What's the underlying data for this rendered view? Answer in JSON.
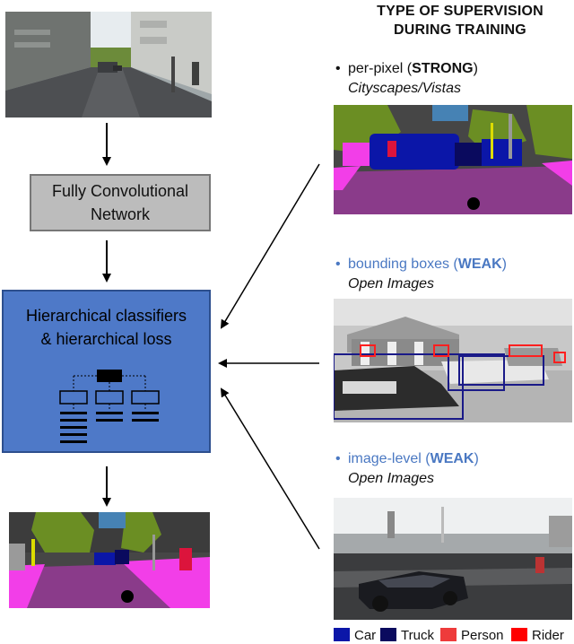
{
  "header": {
    "line1": "TYPE OF SUPERVISION",
    "line2": "DURING TRAINING"
  },
  "pipeline": {
    "fcn_line1": "Fully Convolutional",
    "fcn_line2": "Network",
    "hier_line1": "Hierarchical classifiers",
    "hier_line2": "& hierarchical loss"
  },
  "supervision": [
    {
      "bullet": "•",
      "label": "per-pixel (",
      "strength": "STRONG",
      "close": ")",
      "dataset": "Cityscapes/Vistas"
    },
    {
      "bullet": "•",
      "label": "bounding boxes (",
      "strength": "WEAK",
      "close": ")",
      "dataset": "Open Images"
    },
    {
      "bullet": "•",
      "label": "image-level (",
      "strength": "WEAK",
      "close": ")",
      "dataset": "Open Images"
    }
  ],
  "legend": [
    {
      "label": "Car",
      "color": "#0b16a8"
    },
    {
      "label": "Truck",
      "color": "#0a0a5e"
    },
    {
      "label": "Person",
      "color": "#ee3b3b"
    },
    {
      "label": "Rider",
      "color": "#ff0000"
    }
  ],
  "colors": {
    "strong_text": "#111111",
    "weak_text": "#4a78c2",
    "fcn_box": "#bcbcbc",
    "hier_box": "#4e79c8",
    "road": "#8a3b8a",
    "sidewalk": "#f23ee8",
    "vegetation": "#6b8e23",
    "building": "#464646",
    "sky": "#4682b4"
  }
}
